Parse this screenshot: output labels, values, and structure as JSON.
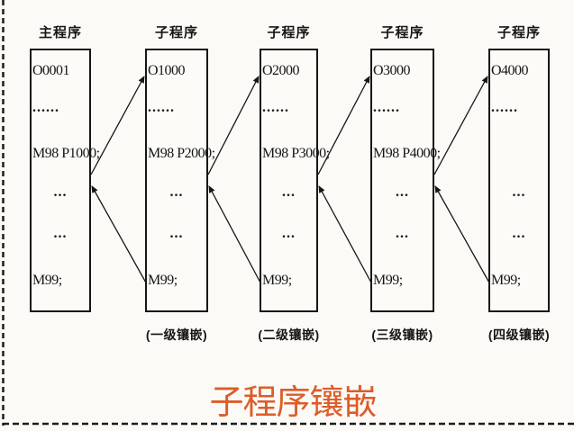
{
  "title": {
    "text": "子程序镶嵌"
  },
  "colors": {
    "accent": "#dd5c28",
    "ink": "#161616"
  },
  "columns": [
    {
      "header": "主程序",
      "o_line": "O0001",
      "dots_line": "......",
      "call_line": "M98 P1000;",
      "mid_dots_1": "...",
      "mid_dots_2": "...",
      "return_line": "M99;",
      "caption": ""
    },
    {
      "header": "子程序",
      "o_line": "O1000",
      "dots_line": "......",
      "call_line": "M98 P2000;",
      "mid_dots_1": "...",
      "mid_dots_2": "...",
      "return_line": "M99;",
      "caption": "(一级镶嵌)"
    },
    {
      "header": "子程序",
      "o_line": "O2000",
      "dots_line": "......",
      "call_line": "M98 P3000;",
      "mid_dots_1": "...",
      "mid_dots_2": "...",
      "return_line": "M99;",
      "caption": "(二级镶嵌)"
    },
    {
      "header": "子程序",
      "o_line": "O3000",
      "dots_line": "......",
      "call_line": "M98 P4000;",
      "mid_dots_1": "...",
      "mid_dots_2": "...",
      "return_line": "M99;",
      "caption": "(三级镶嵌)"
    },
    {
      "header": "子程序",
      "o_line": "O4000",
      "dots_line": "......",
      "call_line": "",
      "mid_dots_1": "...",
      "mid_dots_2": "...",
      "return_line": "M99;",
      "caption": "(四级镶嵌)"
    }
  ],
  "connections": [
    {
      "from": 0,
      "to": 1,
      "kind": "call"
    },
    {
      "from": 1,
      "to": 0,
      "kind": "return"
    },
    {
      "from": 1,
      "to": 2,
      "kind": "call"
    },
    {
      "from": 2,
      "to": 1,
      "kind": "return"
    },
    {
      "from": 2,
      "to": 3,
      "kind": "call"
    },
    {
      "from": 3,
      "to": 2,
      "kind": "return"
    },
    {
      "from": 3,
      "to": 4,
      "kind": "call"
    },
    {
      "from": 4,
      "to": 3,
      "kind": "return"
    }
  ]
}
